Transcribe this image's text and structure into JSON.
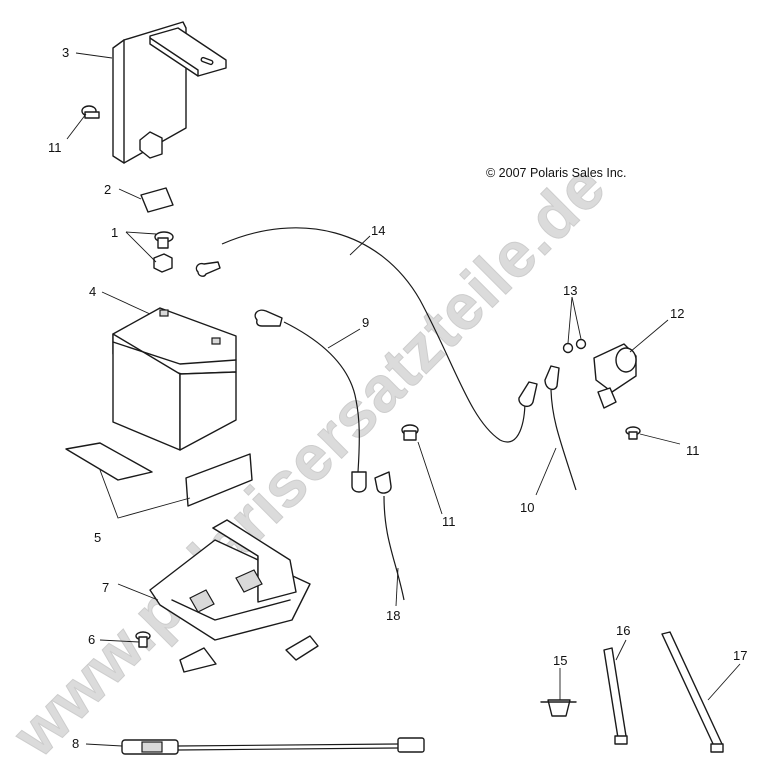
{
  "copyright": "© 2007 Polaris Sales Inc.",
  "watermark": "www.polarisersatzteile.de",
  "callouts": {
    "c1": "1",
    "c2": "2",
    "c3": "3",
    "c4": "4",
    "c5": "5",
    "c6": "6",
    "c7": "7",
    "c8": "8",
    "c9": "9",
    "c10": "10",
    "c11a": "11",
    "c11b": "11",
    "c11c": "11",
    "c12": "12",
    "c13": "13",
    "c14": "14",
    "c15": "15",
    "c16": "16",
    "c17": "17",
    "c18": "18"
  }
}
